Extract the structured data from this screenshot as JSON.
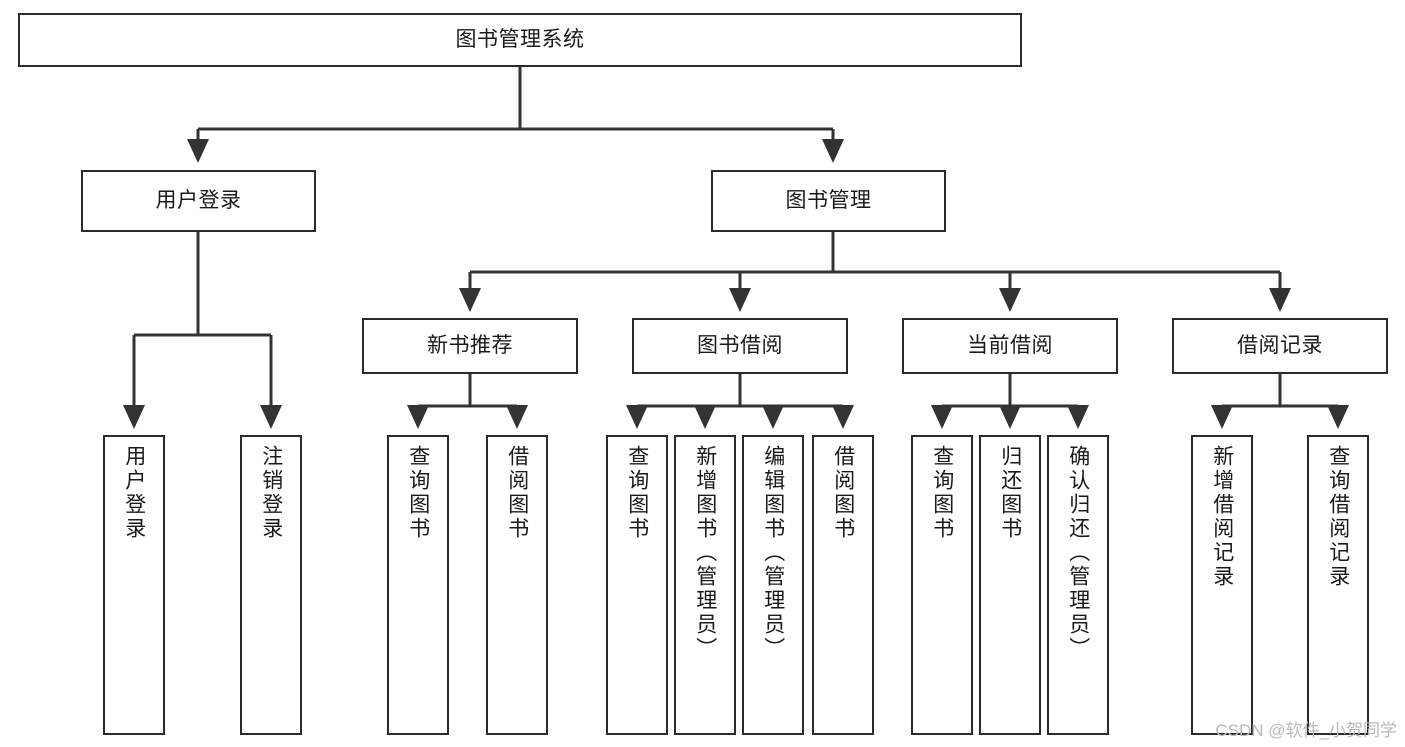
{
  "diagram": {
    "title_node": {
      "id": "root",
      "label": "图书管理系统",
      "orientation": "horizontal"
    },
    "level2": [
      {
        "id": "user-login",
        "label": "用户登录",
        "orientation": "horizontal"
      },
      {
        "id": "book-management",
        "label": "图书管理",
        "orientation": "horizontal"
      }
    ],
    "level3": [
      {
        "id": "new-book-recommend",
        "label": "新书推荐",
        "orientation": "horizontal"
      },
      {
        "id": "book-borrow",
        "label": "图书借阅",
        "orientation": "horizontal"
      },
      {
        "id": "current-borrow",
        "label": "当前借阅",
        "orientation": "horizontal"
      },
      {
        "id": "borrow-record",
        "label": "借阅记录",
        "orientation": "horizontal"
      }
    ],
    "leaves": [
      {
        "id": "leaf-user-login",
        "parent": "user-login",
        "label": "用户登录",
        "orientation": "vertical"
      },
      {
        "id": "leaf-user-logout",
        "parent": "user-login",
        "label": "注销登录",
        "orientation": "vertical"
      },
      {
        "id": "leaf-query-book-1",
        "parent": "new-book-recommend",
        "label": "查询图书",
        "orientation": "vertical"
      },
      {
        "id": "leaf-borrow-book-1",
        "parent": "new-book-recommend",
        "label": "借阅图书",
        "orientation": "vertical"
      },
      {
        "id": "leaf-query-book-2",
        "parent": "book-borrow",
        "label": "查询图书",
        "orientation": "vertical"
      },
      {
        "id": "leaf-add-book",
        "parent": "book-borrow",
        "label": "新增图书（管理员）",
        "orientation": "vertical"
      },
      {
        "id": "leaf-edit-book",
        "parent": "book-borrow",
        "label": "编辑图书（管理员）",
        "orientation": "vertical"
      },
      {
        "id": "leaf-borrow-book-2",
        "parent": "book-borrow",
        "label": "借阅图书",
        "orientation": "vertical"
      },
      {
        "id": "leaf-query-book-3",
        "parent": "current-borrow",
        "label": "查询图书",
        "orientation": "vertical"
      },
      {
        "id": "leaf-return-book",
        "parent": "current-borrow",
        "label": "归还图书",
        "orientation": "vertical"
      },
      {
        "id": "leaf-confirm-return",
        "parent": "current-borrow",
        "label": "确认归还（管理员）",
        "orientation": "vertical"
      },
      {
        "id": "leaf-add-record",
        "parent": "borrow-record",
        "label": "新增借阅记录",
        "orientation": "vertical"
      },
      {
        "id": "leaf-query-record",
        "parent": "borrow-record",
        "label": "查询借阅记录",
        "orientation": "vertical"
      }
    ],
    "colors": {
      "background": "#ffffff",
      "box_fill": "#ffffff",
      "box_stroke": "#2b2b2b",
      "connector": "#333333",
      "text": "#1a1a1a",
      "watermark": "#b9b9b9"
    }
  },
  "watermark": {
    "text": "CSDN @软件_小贺同学"
  }
}
